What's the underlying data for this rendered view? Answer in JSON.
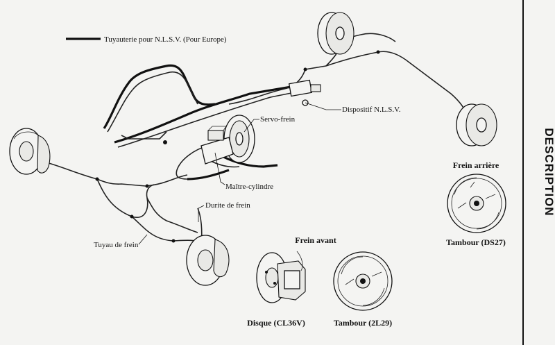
{
  "legend": {
    "text": "Tuyauterie pour N.L.S.V. (Pour Europe)"
  },
  "section_title": "DESCRIPTION",
  "callouts": {
    "nlsv_device": "Dispositif N.L.S.V.",
    "brake_booster": "Servo-frein",
    "master_cylinder": "Maître-cylindre",
    "brake_hose": "Durite de frein",
    "brake_pipe": "Tuyau de frein"
  },
  "groups": {
    "rear_brake": "Frein arrière",
    "front_brake": "Frein avant"
  },
  "captions": {
    "drum_ds27": "Tambour (DS27)",
    "disc_cl36v": "Disque (CL36V)",
    "drum_2l29": "Tambour (2L29)"
  }
}
